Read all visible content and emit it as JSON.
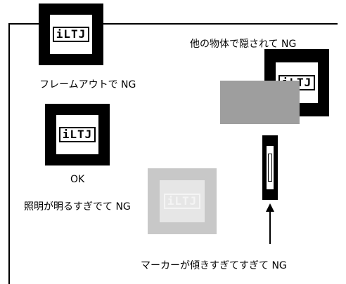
{
  "marker_logo": "iLTJ",
  "labels": {
    "frame_out": "フレームアウトで NG",
    "ok": "OK",
    "too_bright": "照明が明るすぎでて NG",
    "hidden": "他の物体で隠されて NG",
    "tilted": "マーカーが傾きすぎてすぎて NG"
  },
  "colors": {
    "marker": "#000000",
    "occluder": "#9e9e9e",
    "washed_out": "#c8c8c8"
  }
}
